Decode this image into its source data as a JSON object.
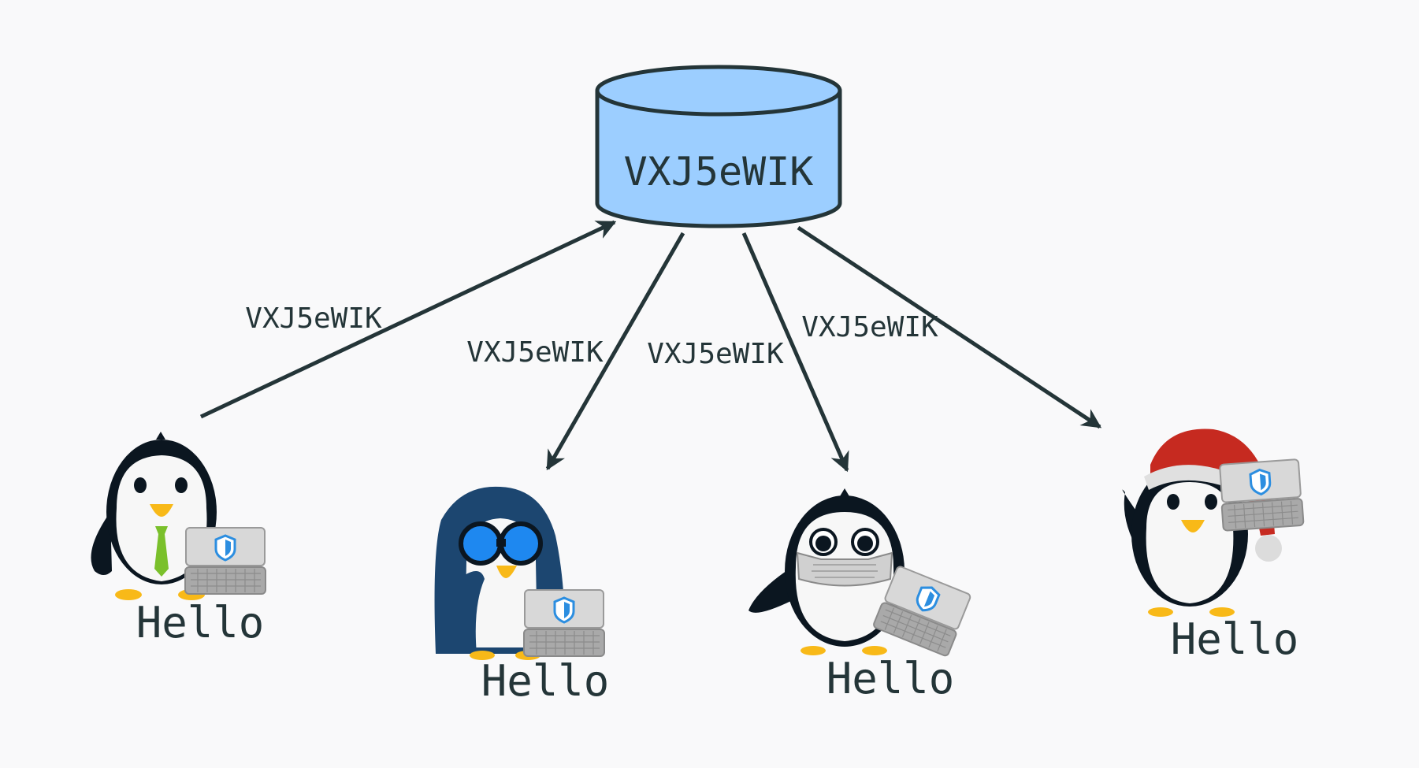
{
  "diagram": {
    "database": {
      "label": "VXJ5eWIK",
      "fill": "#9cceff",
      "stroke": "#243538"
    },
    "edges": [
      {
        "id": "edge-user-1",
        "direction": "to-database",
        "label": "VXJ5eWIK"
      },
      {
        "id": "edge-user-2",
        "direction": "to-user",
        "label": "VXJ5eWIK"
      },
      {
        "id": "edge-user-3",
        "direction": "to-user",
        "label": "VXJ5eWIK"
      },
      {
        "id": "edge-user-4",
        "direction": "to-user",
        "label": "VXJ5eWIK"
      }
    ],
    "users": [
      {
        "label": "Hello",
        "accessory": "green-tie",
        "icon": "penguin-tie-laptop-icon"
      },
      {
        "label": "Hello",
        "accessory": "hood-binoculars",
        "icon": "penguin-binoculars-laptop-icon"
      },
      {
        "label": "Hello",
        "accessory": "face-mask",
        "icon": "penguin-mask-laptop-icon"
      },
      {
        "label": "Hello",
        "accessory": "santa-hat",
        "icon": "penguin-santa-laptop-icon"
      }
    ],
    "colors": {
      "ink": "#243538",
      "background": "#f9f9fa",
      "penguin_black": "#0b1620",
      "beak": "#f8b918",
      "tie": "#7ac02b",
      "hood": "#1c4670",
      "binoculars": "#1e88f0",
      "santa_red": "#c62a20",
      "laptop": "#d6d6d6",
      "shield": "#2c8ee0"
    }
  }
}
